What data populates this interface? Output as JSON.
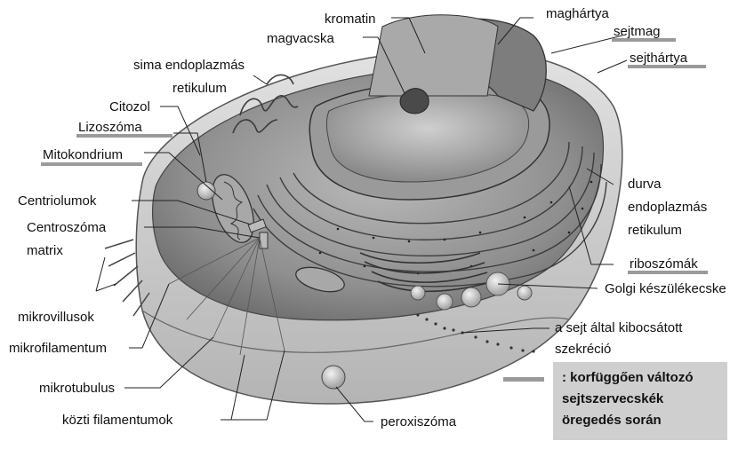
{
  "labels": {
    "kromatin": "kromatin",
    "maghartya": "maghártya",
    "magvacska": "magvacska",
    "sejtmag": "sejtmag",
    "sejthartya": "sejthártya",
    "sima_er_1": "sima endoplazmás",
    "sima_er_2": "retikulum",
    "citozol": "Citozol",
    "lizoszoma": "Lizoszóma",
    "mitokondrium": "Mitokondrium",
    "centriolumok": "Centriolumok",
    "centroszoma_1": "Centroszóma",
    "centroszoma_2": "matrix",
    "durva_er_1": "durva",
    "durva_er_2": "endoplazmás",
    "durva_er_3": "retikulum",
    "riboszomak": "riboszómák",
    "golgi": "Golgi készülékecske",
    "mikrovillusok": "mikrovillusok",
    "mikrofilamentum": "mikrofilamentum",
    "szekrecio_1": "a sejt által kibocsátott",
    "szekrecio_2": "szekréció",
    "mikrotubulus": "mikrotubulus",
    "kozti_filamentumok": "közti filamentumok",
    "peroxiszoma": "peroxiszóma"
  },
  "legend": {
    "line1": ": korfüggően változó",
    "line2": "sejtszervecskék",
    "line3": "öregedés során",
    "swatch_color": "#9a9a9a",
    "box_color": "#cfcfcf"
  }
}
